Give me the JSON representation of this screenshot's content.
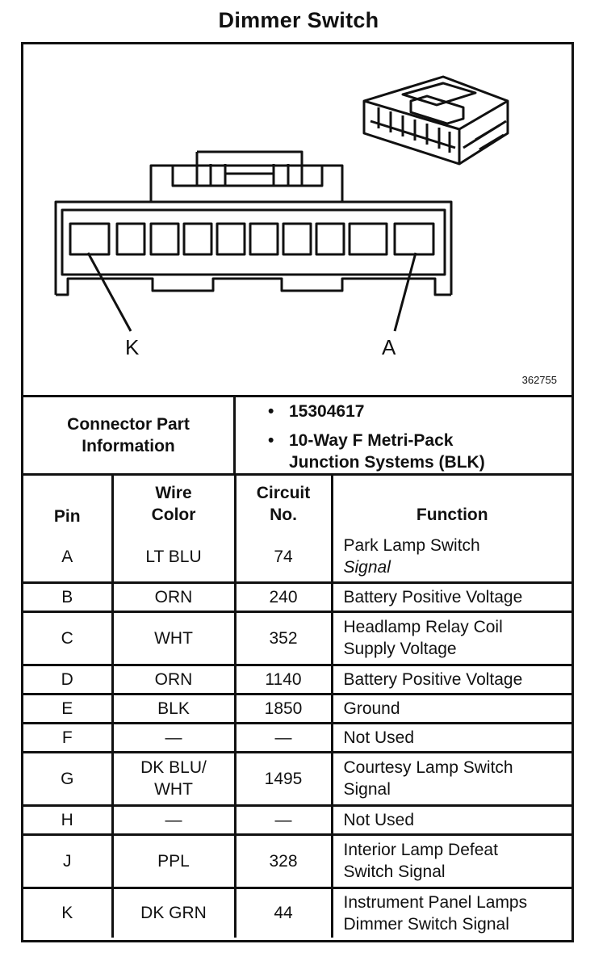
{
  "title": "Dimmer Switch",
  "diagram": {
    "pin_left_label": "K",
    "pin_right_label": "A",
    "drawing_number": "362755"
  },
  "connector_info": {
    "label_line1": "Connector Part",
    "label_line2": "Information",
    "part_number": "15304617",
    "description_line1": "10-Way F Metri-Pack",
    "description_line2": "Junction Systems (BLK)"
  },
  "table": {
    "headers": {
      "pin": "Pin",
      "wire_line1": "Wire",
      "wire_line2": "Color",
      "circuit_line1": "Circuit",
      "circuit_line2": "No.",
      "function": "Function"
    },
    "rows": [
      {
        "pin": "A",
        "wire": [
          "LT BLU"
        ],
        "circuit": "74",
        "function": [
          "Park Lamp Switch",
          "Signal"
        ]
      },
      {
        "pin": "B",
        "wire": [
          "ORN"
        ],
        "circuit": "240",
        "function": [
          "Battery Positive Voltage"
        ]
      },
      {
        "pin": "C",
        "wire": [
          "WHT"
        ],
        "circuit": "352",
        "function": [
          "Headlamp Relay Coil",
          "Supply Voltage"
        ]
      },
      {
        "pin": "D",
        "wire": [
          "ORN"
        ],
        "circuit": "1140",
        "function": [
          "Battery Positive Voltage"
        ]
      },
      {
        "pin": "E",
        "wire": [
          "BLK"
        ],
        "circuit": "1850",
        "function": [
          "Ground"
        ]
      },
      {
        "pin": "F",
        "wire": [
          "—"
        ],
        "circuit": "—",
        "function": [
          "Not Used"
        ]
      },
      {
        "pin": "G",
        "wire": [
          "DK BLU/",
          "WHT"
        ],
        "circuit": "1495",
        "function": [
          "Courtesy Lamp Switch",
          "Signal"
        ]
      },
      {
        "pin": "H",
        "wire": [
          "—"
        ],
        "circuit": "—",
        "function": [
          "Not Used"
        ]
      },
      {
        "pin": "J",
        "wire": [
          "PPL"
        ],
        "circuit": "328",
        "function": [
          "Interior Lamp Defeat",
          "Switch Signal"
        ]
      },
      {
        "pin": "K",
        "wire": [
          "DK GRN"
        ],
        "circuit": "44",
        "function": [
          "Instrument Panel Lamps",
          "Dimmer Switch Signal"
        ]
      }
    ]
  }
}
